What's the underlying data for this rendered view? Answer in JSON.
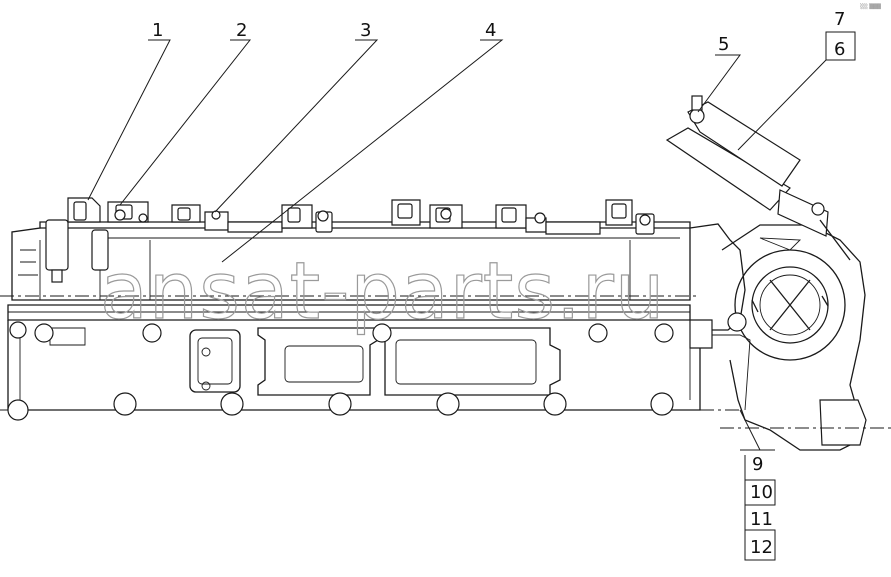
{
  "diagram": {
    "callouts": [
      "1",
      "2",
      "3",
      "4",
      "5",
      "6",
      "7",
      "9",
      "10",
      "11",
      "12"
    ],
    "watermark": "ansat-parts.ru",
    "corner_mark": "░░ ▒▒▒"
  }
}
